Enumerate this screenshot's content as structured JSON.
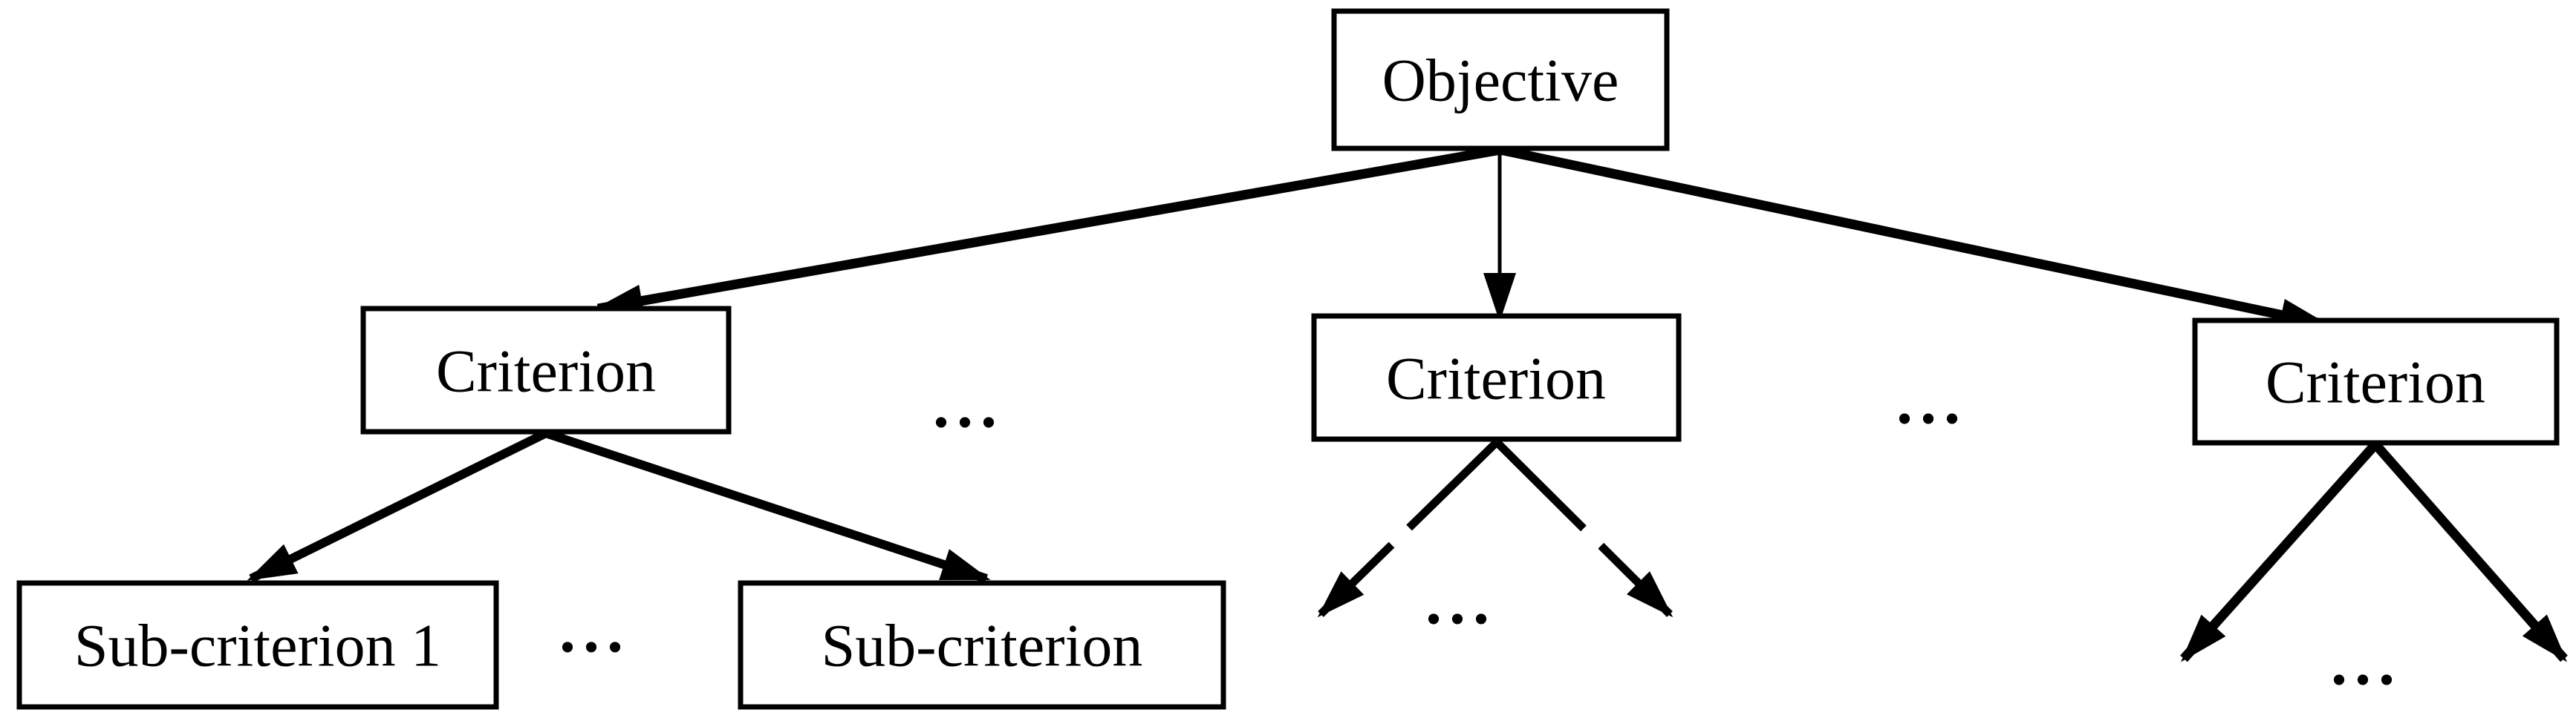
{
  "diagram": {
    "type": "hierarchy-tree",
    "colors": {
      "ink": "#000000",
      "background": "#ffffff"
    },
    "nodes": {
      "objective": {
        "label": "Objective"
      },
      "criterion_left": {
        "label": "Criterion"
      },
      "criterion_middle": {
        "label": "Criterion"
      },
      "criterion_right": {
        "label": "Criterion"
      },
      "sub_criterion_1": {
        "label": "Sub-criterion 1"
      },
      "sub_criterion_n": {
        "label": "Sub-criterion"
      }
    },
    "ellipses": {
      "between_left_and_middle_criterion": "...",
      "between_middle_and_right_criterion": "...",
      "below_middle_criterion": "...",
      "below_right_criterion": "...",
      "between_sub_criteria": "..."
    },
    "edges": [
      {
        "from": "objective",
        "to": "criterion_left",
        "style": "solid",
        "arrow": true
      },
      {
        "from": "objective",
        "to": "criterion_middle",
        "style": "solid",
        "arrow": true
      },
      {
        "from": "objective",
        "to": "criterion_right",
        "style": "solid",
        "arrow": true
      },
      {
        "from": "criterion_left",
        "to": "sub_criterion_1",
        "style": "solid",
        "arrow": true
      },
      {
        "from": "criterion_left",
        "to": "sub_criterion_n",
        "style": "solid",
        "arrow": true
      },
      {
        "from": "criterion_middle",
        "to": "unlabeled-child-left",
        "style": "dashed",
        "arrow": true
      },
      {
        "from": "criterion_middle",
        "to": "unlabeled-child-right",
        "style": "dashed",
        "arrow": true
      },
      {
        "from": "criterion_right",
        "to": "unlabeled-child-left",
        "style": "solid",
        "arrow": true
      },
      {
        "from": "criterion_right",
        "to": "unlabeled-child-right",
        "style": "solid",
        "arrow": true
      }
    ]
  }
}
